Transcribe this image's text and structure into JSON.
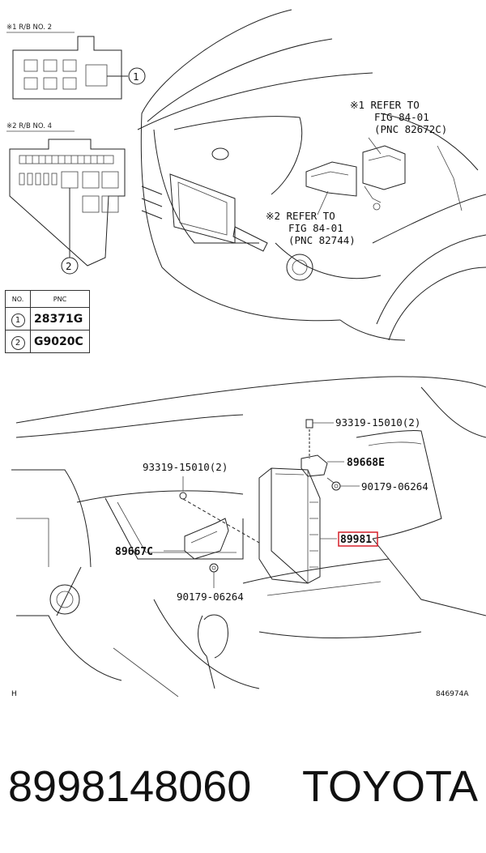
{
  "relay_blocks": [
    {
      "label": "※1  R/B NO. 2",
      "callout": "1"
    },
    {
      "label": "※2  R/B NO. 4",
      "callout": "2"
    }
  ],
  "references": [
    {
      "lines": [
        "※1  REFER TO",
        "FIG 84-01",
        "(PNC 82672C)"
      ]
    },
    {
      "lines": [
        "※2  REFER TO",
        "FIG 84-01",
        "(PNC 82744)"
      ]
    }
  ],
  "pnc_table": {
    "headers": [
      "NO.",
      "PNC"
    ],
    "rows": [
      {
        "no": "1",
        "pnc": "28371G"
      },
      {
        "no": "2",
        "pnc": "G9020C"
      }
    ]
  },
  "parts": {
    "bolt_top": "93319-15010(2)",
    "bolt_left": "93319-15010(2)",
    "bracket_e": "89668E",
    "nut_right": "90179-06264",
    "nut_bottom": "90179-06264",
    "bracket_c": "89667C",
    "ecu": "89981"
  },
  "corner_code": "H",
  "figure_id": "846974A",
  "part_number": "8998148060",
  "brand": "TOYOTA",
  "colors": {
    "highlight": "#d6202a",
    "ink": "#111111"
  }
}
